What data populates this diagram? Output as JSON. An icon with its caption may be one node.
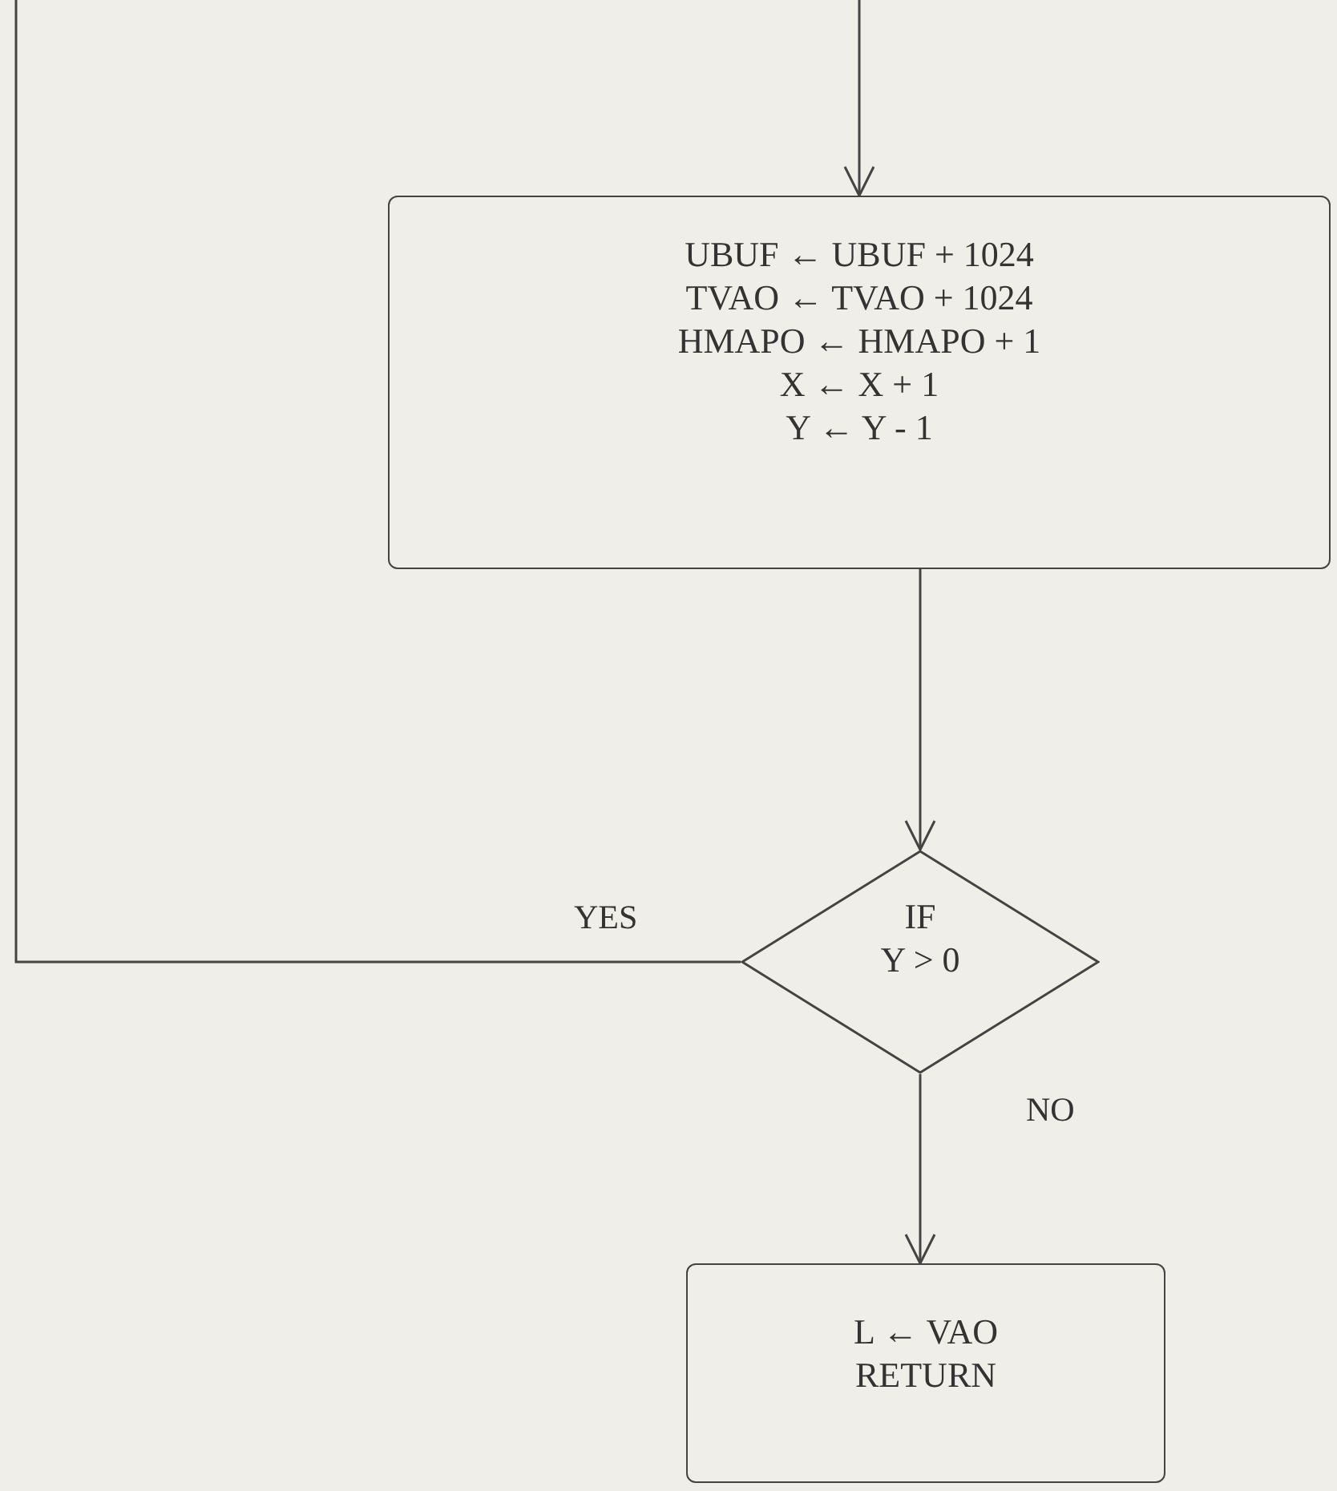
{
  "diagram": {
    "nodes": [
      {
        "text": [
          "UBUF ← UBUF + 1024",
          "TVAO ← TVAO + 1024",
          "HMAPO ← HMAPO + 1",
          "X ← X + 1",
          "Y ← Y - 1"
        ]
      },
      {
        "text": [
          "IF",
          "Y > 0"
        ]
      },
      {
        "text": [
          "L ← VAO",
          "RETURN"
        ]
      }
    ],
    "edges": [
      {
        "from": null,
        "to": 0,
        "arrow": "to"
      },
      {
        "from": 0,
        "to": 1,
        "arrow": "to"
      },
      {
        "from": 1,
        "to": null,
        "arrow": "none",
        "label": "YES"
      },
      {
        "from": 1,
        "to": 2,
        "arrow": "to",
        "label": "NO"
      }
    ]
  }
}
